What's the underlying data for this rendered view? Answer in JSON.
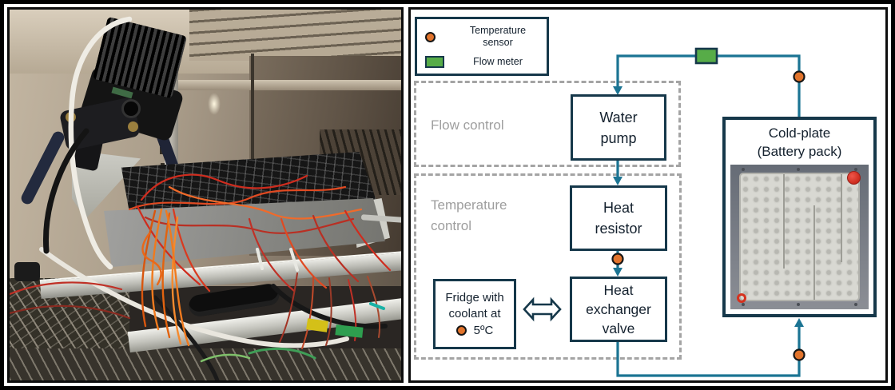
{
  "figure": {
    "left_panel": {
      "type": "photograph-of-experimental-setup"
    },
    "diagram": {
      "legend": {
        "items": [
          {
            "icon": "temperature-sensor",
            "label": "Temperature sensor"
          },
          {
            "icon": "flow-meter",
            "label": "Flow meter"
          }
        ]
      },
      "groups": {
        "flow": {
          "label": "Flow control"
        },
        "temperature": {
          "label": "Temperature control"
        }
      },
      "nodes": {
        "water_pump": {
          "label": "Water pump"
        },
        "heat_resistor": {
          "label": "Heat resistor"
        },
        "heat_exchanger_valve": {
          "label": "Heat exchanger valve"
        },
        "cold_plate": {
          "label": "Cold-plate (Battery pack)"
        },
        "fridge": {
          "line1": "Fridge with",
          "line2": "coolant at",
          "line3": "5ºC"
        }
      },
      "colors": {
        "line": "#1b7493",
        "border": "#16384a",
        "sensor": "#e2742c",
        "flow_meter": "#57ac48",
        "dashed": "#a4a4a4",
        "group_label": "#9e9e9e"
      }
    }
  }
}
